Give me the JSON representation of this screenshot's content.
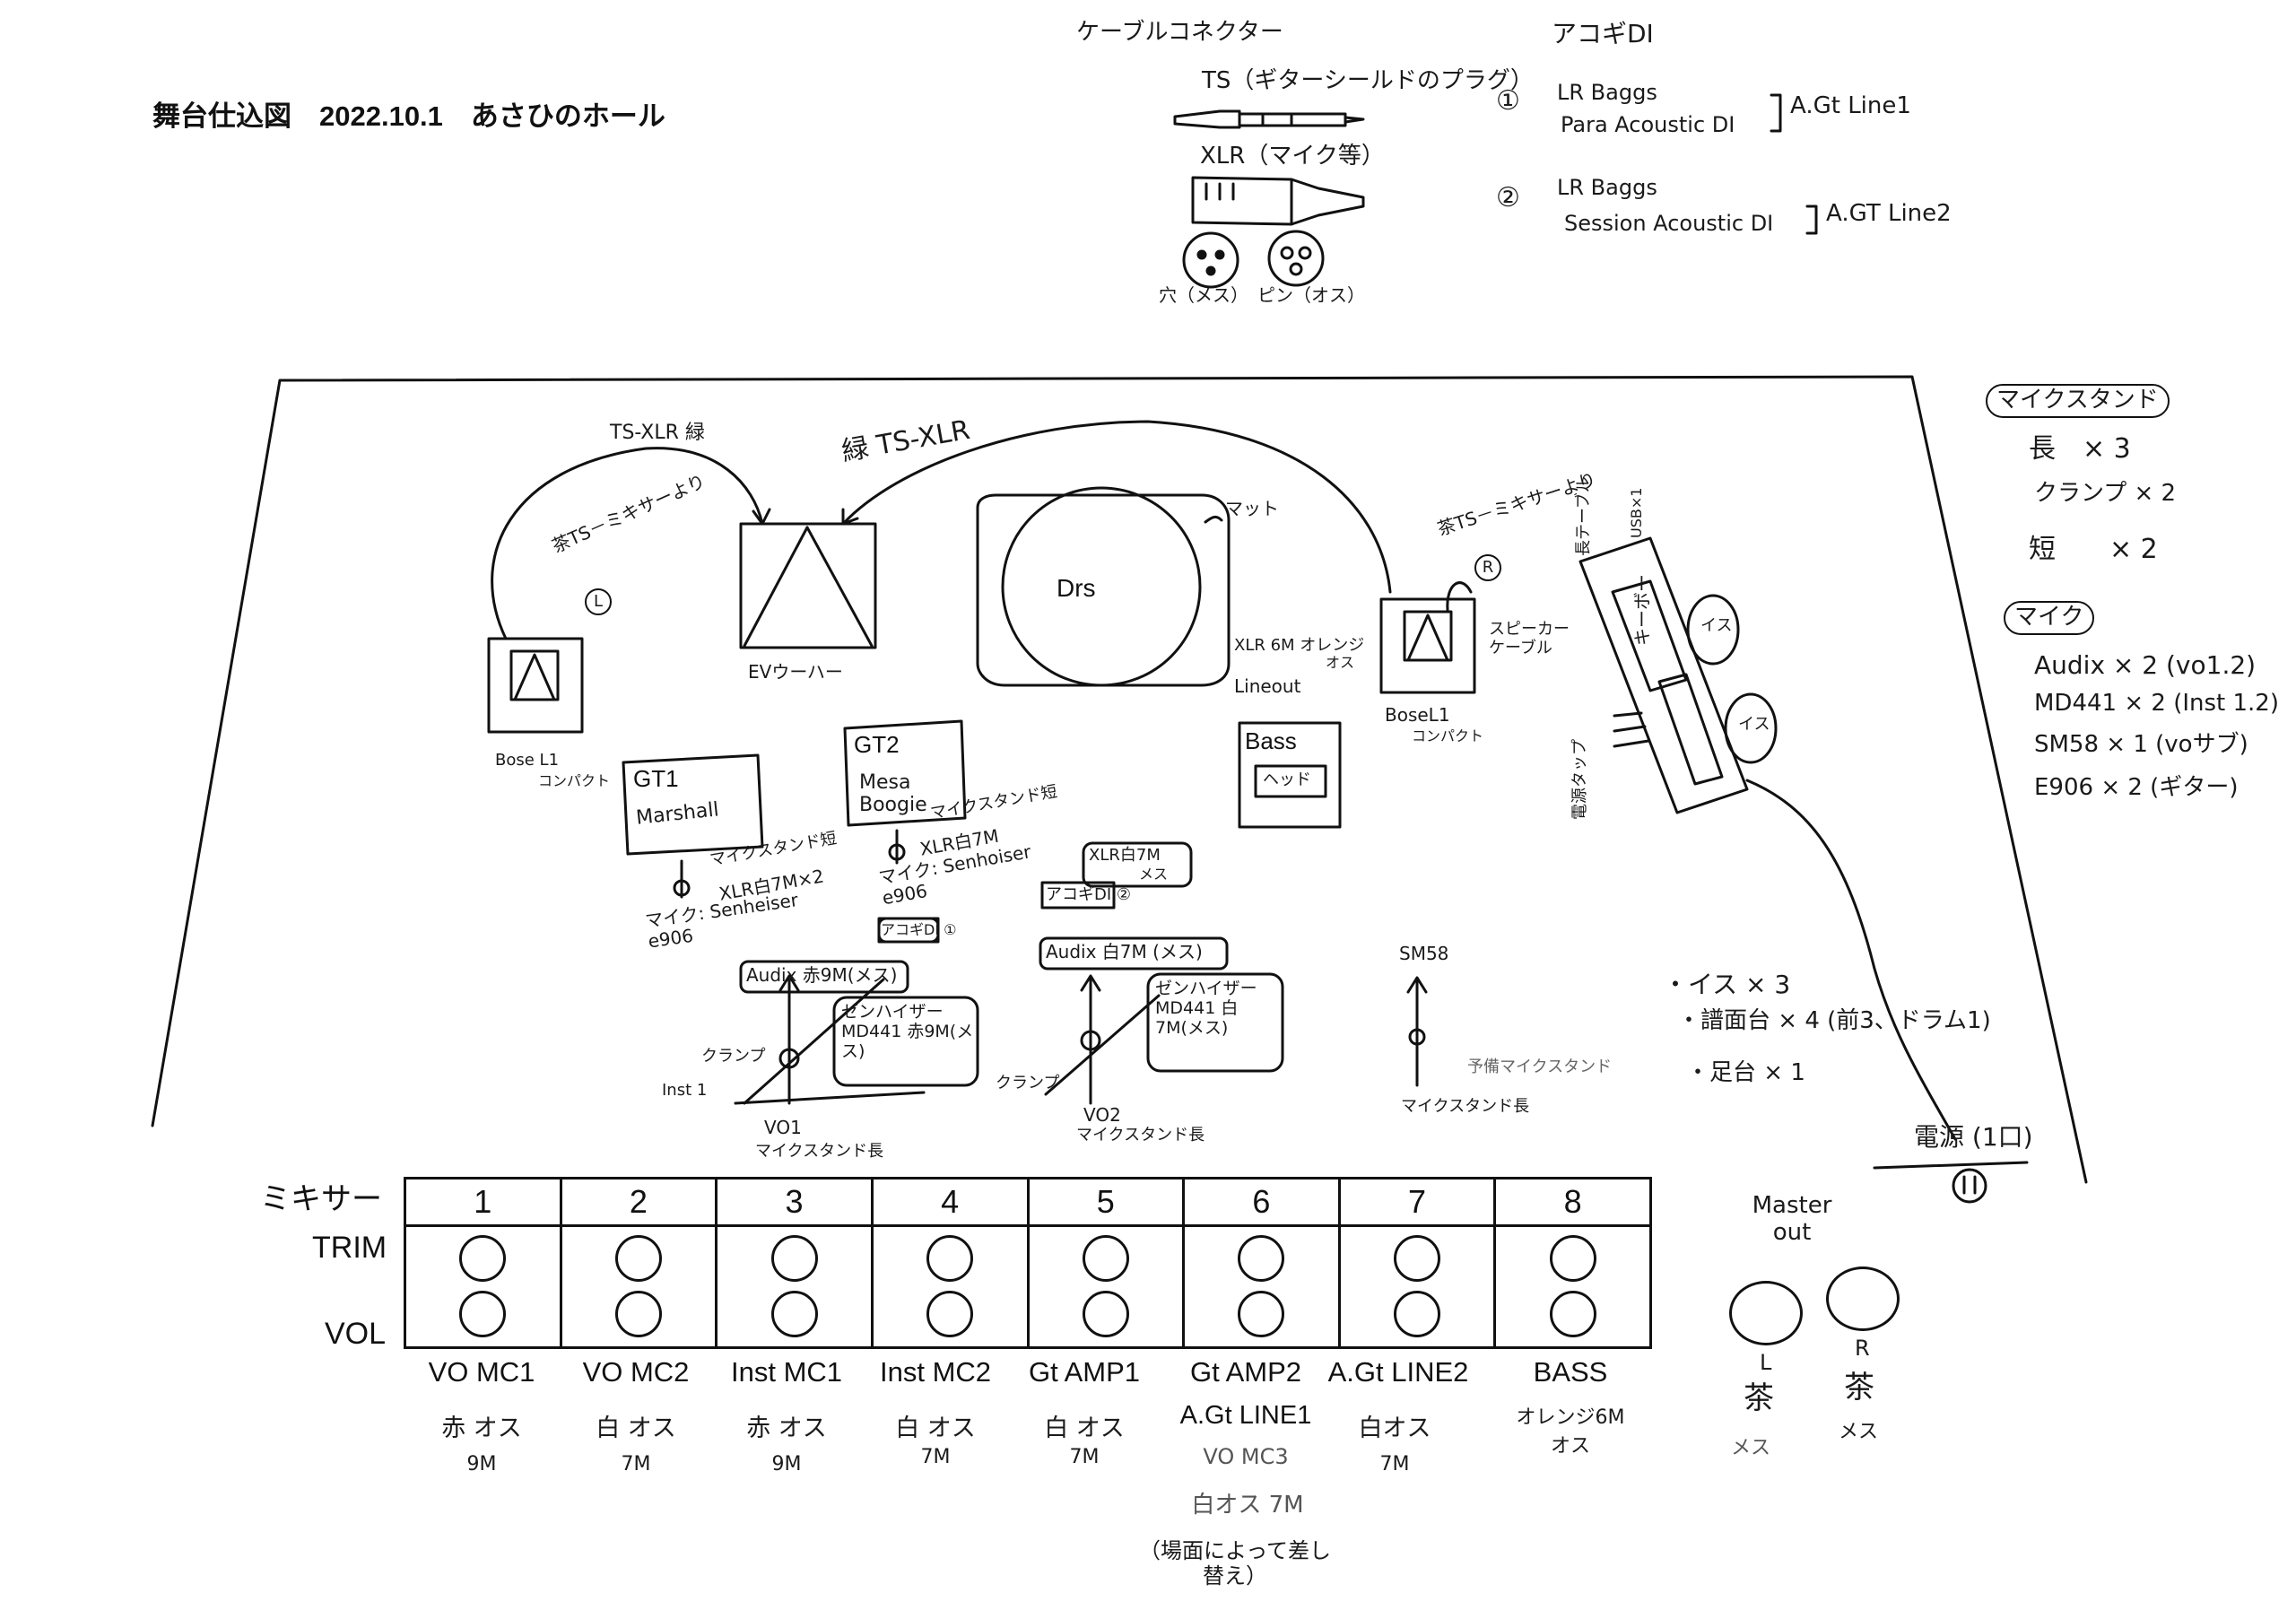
{
  "title": "舞台仕込図　2022.10.1　あさひのホール",
  "cable_legend": {
    "heading": "ケーブルコネクター",
    "ts": "TS（ギターシールドのプラグ）",
    "xlr": "XLR（マイク等）",
    "female": "穴（メス）",
    "male": "ピン（オス）"
  },
  "acoustic_di": {
    "heading": "アコギDI",
    "item1_num": "①",
    "item1_line1": "LR Baggs",
    "item1_line2": "Para Acoustic DI",
    "item1_out": "A.Gt Line1",
    "item2_num": "②",
    "item2_line1": "LR Baggs",
    "item2_line2": "Session Acoustic DI",
    "item2_out": "A.GT Line2"
  },
  "inventory": {
    "mic_stand_heading": "マイクスタンド",
    "stand_long": "長　× 3",
    "stand_clamp": "クランプ × 2",
    "stand_short": "短　　× 2",
    "mic_heading": "マイク",
    "mic_audix": "Audix × 2 (vo1.2)",
    "mic_md441": "MD441 × 2 (Inst 1.2)",
    "mic_sm58": "SM58 × 1 (voサブ)",
    "mic_e906": "E906 × 2 (ギター)"
  },
  "stage": {
    "bose_left": "Bose L1",
    "bose_left_sub": "コンパクト",
    "bose_left_tag": "L",
    "ts_xlr_green_left": "TS-XLR 緑",
    "brown_ts_left": "茶TS－ミキサーより",
    "ev_woofer": "EVウーハー",
    "green_ts_xlr": "緑 TS-XLR",
    "drums": "Drs",
    "mat": "マット",
    "brown_ts_right": "茶TS－ミキサーより",
    "bose_right": "BoseL1",
    "bose_right_sub": "コンパクト",
    "bose_right_tag": "R",
    "speaker_cable": "スピーカーケーブル",
    "xlr_orange": "XLR 6M オレンジ",
    "xlr_orange_sex": "オス",
    "lineout": "Lineout",
    "bass": "Bass",
    "bass_head": "ヘッド",
    "long_table": "長テーブル",
    "usb": "USB×1",
    "keyboard": "キーボー",
    "power_tap": "電源タップ",
    "chair_a": "イス",
    "chair_b": "イス",
    "gt1": "GT1",
    "gt1_amp": "Marshall",
    "gt1_stand": "マイクスタンド短",
    "gt1_xlr": "XLR白7M×2",
    "gt1_mic": "マイク: Senheiser e906",
    "gt2": "GT2",
    "gt2_amp": "Mesa Boogie",
    "gt2_stand": "マイクスタンド短",
    "gt2_xlr": "XLR白7M",
    "gt2_mic": "マイク: Senhoiser e906",
    "xlr_white_7m": "XLR白7M",
    "xlr_white_7m_sex": "メス",
    "di2": "アコギDI ②",
    "di1": "アコギDI ①",
    "audix_left": "Audix 赤9M(メス)",
    "audix_right": "Audix 白7M (メス)",
    "md441_left": "ゼンハイザー MD441 赤9M(メス)",
    "md441_right": "ゼンハイザー MD441 白7M(メス)",
    "clamp_left": "クランプ",
    "inst1": "Inst 1",
    "vo1": "VO1",
    "vo1_stand": "マイクスタンド長",
    "clamp_right": "クランプ",
    "vo2": "VO2",
    "vo2_stand": "マイクスタンド長",
    "sm58": "SM58",
    "spare_stand": "予備マイクスタンド",
    "sm58_stand": "マイクスタンド長",
    "chairs": "・イス × 3",
    "music_stands": "・譜面台 × 4 (前3、ドラム1)",
    "footrest": "・足台 × 1",
    "power": "電源 (1口)"
  },
  "mixer": {
    "label": "ミキサー",
    "trim": "TRIM",
    "vol": "VOL",
    "channels": [
      {
        "num": "1",
        "name": "VO MC1",
        "cable": "赤 オス",
        "len": "9M"
      },
      {
        "num": "2",
        "name": "VO MC2",
        "cable": "白 オス",
        "len": "7M"
      },
      {
        "num": "3",
        "name": "Inst MC1",
        "cable": "赤 オス",
        "len": "9M"
      },
      {
        "num": "4",
        "name": "Inst MC2",
        "cable": "白 オス",
        "len": "7M"
      },
      {
        "num": "5",
        "name": "Gt AMP1",
        "cable": "白 オス",
        "len": "7M"
      },
      {
        "num": "6",
        "name": "Gt AMP2",
        "cable": "A.Gt LINE1",
        "len": "VO MC3"
      },
      {
        "num": "7",
        "name": "A.Gt LINE2",
        "cable": "白オス",
        "len": "7M"
      },
      {
        "num": "8",
        "name": "BASS",
        "cable": "オレンジ6M",
        "len": "オス"
      }
    ],
    "ch6_extra1": "白オス 7M",
    "ch6_extra2": "（場面によって差し替え）"
  },
  "master_out": {
    "label": "Master out",
    "l": "L",
    "r": "R",
    "l_color": "茶",
    "r_color": "茶",
    "l_sex": "メス",
    "r_sex": "メス"
  }
}
